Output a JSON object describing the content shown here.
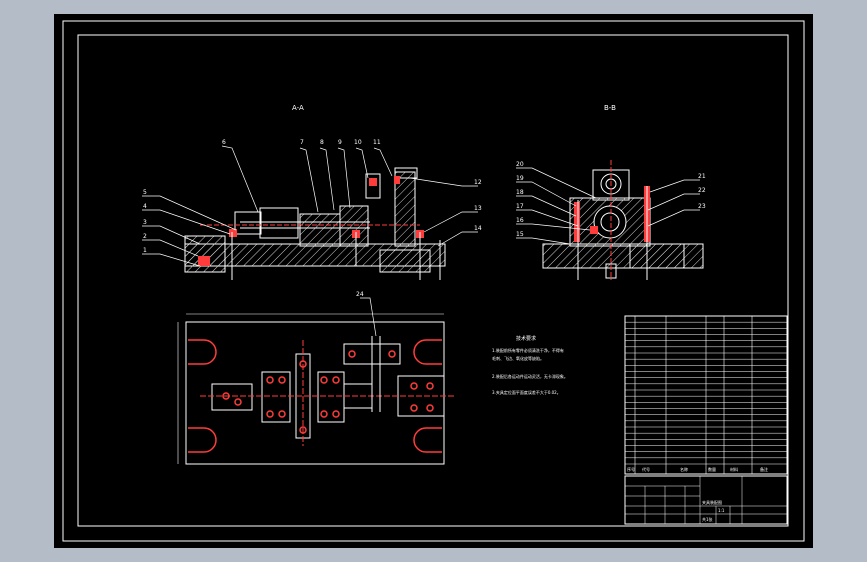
{
  "colors": {
    "background": "#b4bcc8",
    "sheet": "#000000",
    "line": "#ffffff",
    "part_fill": "#ff3c3c",
    "hatch": "#cccccc"
  },
  "view_titles": {
    "front_section": "A-A",
    "side_section": "B-B"
  },
  "front_balloons": [
    "6",
    "7",
    "8",
    "9",
    "10",
    "11",
    "5",
    "4",
    "3",
    "2",
    "1",
    "12",
    "13",
    "14"
  ],
  "side_balloons": [
    "20",
    "19",
    "18",
    "17",
    "16",
    "15",
    "21",
    "22",
    "23"
  ],
  "plan_balloons": [
    "24"
  ],
  "technical_requirements": {
    "title": "技术要求",
    "lines": [
      "1.装配前所有零件必须清洗干净，不得有",
      "毛刺、飞边、氧化皮等缺陷。",
      "2.装配后各运动件运动灵活，无卡滞现象。",
      "3.夹具定位面平面度误差不大于0.02。"
    ]
  },
  "parts_list": {
    "header": [
      "序号",
      "代号",
      "名称",
      "数量",
      "材料",
      "备注"
    ],
    "row_count": 24
  },
  "title_block": {
    "drawing_name": "夹具装配图",
    "scale": "1:1",
    "sheet": "共1张"
  }
}
